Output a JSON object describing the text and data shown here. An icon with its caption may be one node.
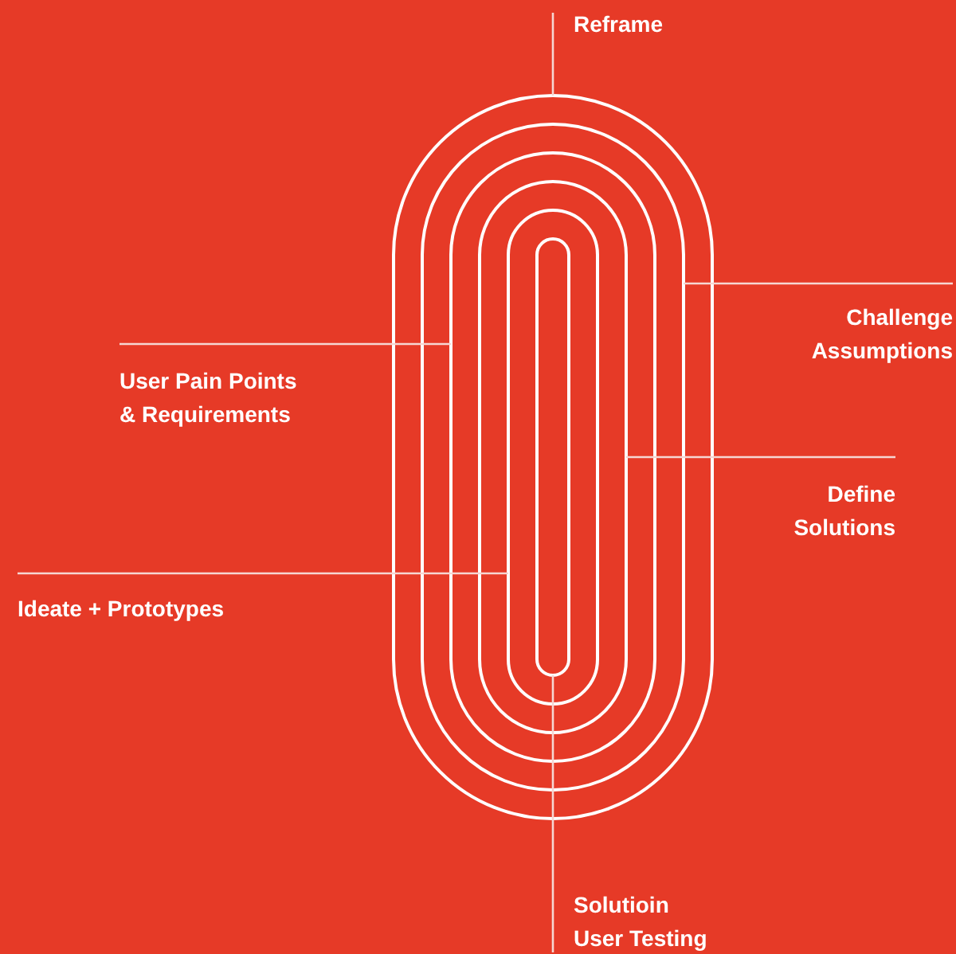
{
  "diagram": {
    "nodes": [
      {
        "text": [
          "Reframe"
        ]
      },
      {
        "text": [],
        "shape": "stadium"
      },
      {
        "text": [],
        "shape": "stadium",
        "in": 1
      },
      {
        "text": [],
        "shape": "stadium",
        "in": 2
      },
      {
        "text": [],
        "shape": "stadium",
        "in": 3
      },
      {
        "text": [],
        "shape": "stadium",
        "in": 4
      },
      {
        "text": [],
        "shape": "stadium",
        "in": 5
      },
      {
        "text": [
          "Challenge Assumptions"
        ]
      },
      {
        "text": [
          "User Pain Points & Requirements"
        ]
      },
      {
        "text": [
          "Define Solutions"
        ]
      },
      {
        "text": [
          "Ideate + Prototypes"
        ]
      },
      {
        "text": [
          "Solutioin User Testing"
        ]
      }
    ],
    "edges": [
      {
        "from": 0,
        "to": 1,
        "arrow": "none"
      },
      {
        "from": 7,
        "to": 2,
        "arrow": "none"
      },
      {
        "from": 8,
        "to": 3,
        "arrow": "none"
      },
      {
        "from": 9,
        "to": 4,
        "arrow": "none"
      },
      {
        "from": 10,
        "to": 5,
        "arrow": "none"
      },
      {
        "from": 11,
        "to": 6,
        "arrow": "none"
      }
    ]
  }
}
